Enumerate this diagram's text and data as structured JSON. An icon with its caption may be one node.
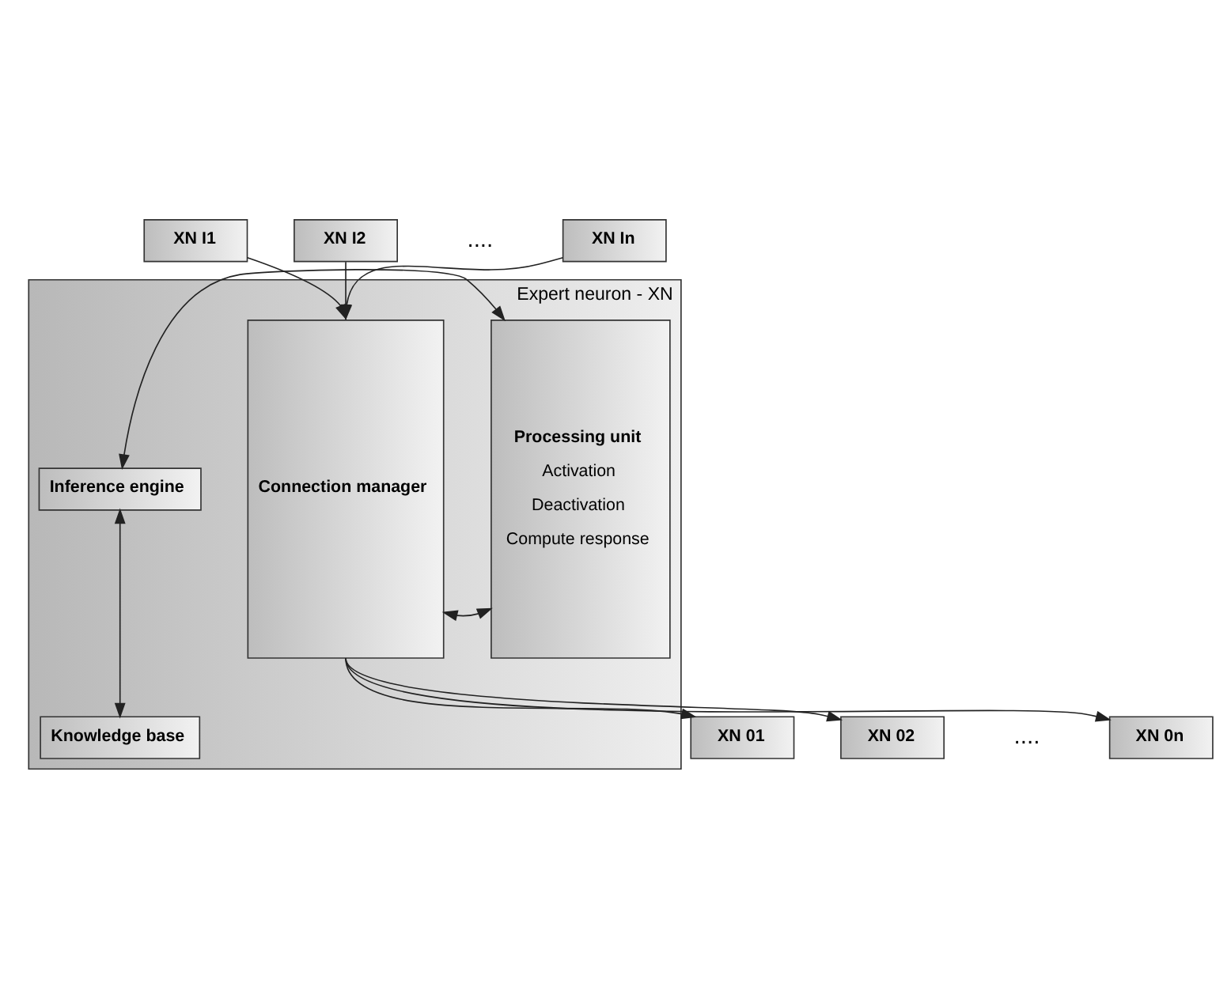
{
  "diagram": {
    "nodes": [
      {
        "text": [
          "XN I1"
        ]
      },
      {
        "text": [
          "XN I2"
        ]
      },
      {
        "text": [
          "XN In"
        ]
      },
      {
        "text": [
          "Expert neuron - XN"
        ]
      },
      {
        "text": [
          "Connection manager"
        ],
        "in": 3
      },
      {
        "text": [
          "Processing unit",
          "Activation",
          "Deactivation",
          "Compute response"
        ],
        "in": 3
      },
      {
        "text": [
          "Inference engine"
        ],
        "in": 3
      },
      {
        "text": [
          "Knowledge base"
        ],
        "in": 3
      },
      {
        "text": [
          "XN 01"
        ]
      },
      {
        "text": [
          "XN 02"
        ]
      },
      {
        "text": [
          "XN 0n"
        ]
      }
    ],
    "edges": [
      {
        "from": 0,
        "to": 4,
        "arrow": "to"
      },
      {
        "from": 1,
        "to": 4,
        "arrow": "to"
      },
      {
        "from": 2,
        "to": 4,
        "arrow": "to"
      },
      {
        "from": 4,
        "to": 5,
        "arrow": "both"
      },
      {
        "from": 5,
        "to": 6,
        "arrow": "both"
      },
      {
        "from": 6,
        "to": 7,
        "arrow": "both"
      },
      {
        "from": 4,
        "to": 8,
        "arrow": "to"
      },
      {
        "from": 4,
        "to": 9,
        "arrow": "to"
      },
      {
        "from": 4,
        "to": 10,
        "arrow": "to"
      }
    ],
    "labels": [
      "....",
      "...."
    ]
  }
}
